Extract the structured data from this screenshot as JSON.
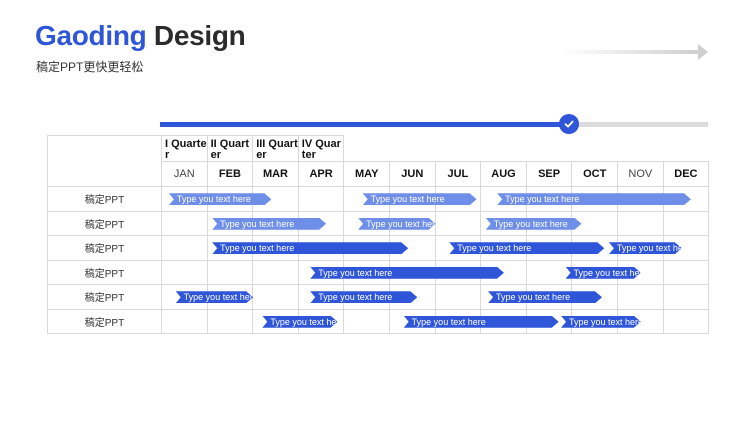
{
  "header": {
    "title_brand": "Gaoding",
    "title_rest": " Design",
    "subtitle": "稿定PPT更快更轻松"
  },
  "progress": {
    "fraction": 0.73,
    "check_icon": "check-circle-icon",
    "arrow_icon": "arrow-right-icon"
  },
  "colors": {
    "accent": "#2f56d9",
    "light_bar": "#6e8ee8",
    "dark_bar": "#2f56d9",
    "grid": "#d9d9d9"
  },
  "quarters": [
    "I Quarter",
    "II Quarter",
    "III Quarter",
    "IV Quarter"
  ],
  "months": [
    {
      "label": "JAN",
      "emphasis": false
    },
    {
      "label": "FEB",
      "emphasis": true
    },
    {
      "label": "MAR",
      "emphasis": true
    },
    {
      "label": "APR",
      "emphasis": true
    },
    {
      "label": "MAY",
      "emphasis": true
    },
    {
      "label": "JUN",
      "emphasis": true
    },
    {
      "label": "JUL",
      "emphasis": true
    },
    {
      "label": "AUG",
      "emphasis": true
    },
    {
      "label": "SEP",
      "emphasis": true
    },
    {
      "label": "OCT",
      "emphasis": true
    },
    {
      "label": "NOV",
      "emphasis": false
    },
    {
      "label": "DEC",
      "emphasis": true
    }
  ],
  "rows": [
    {
      "label": "稿定PPT",
      "bars": [
        {
          "start": 0.15,
          "end": 2.4,
          "text": "Type you text here",
          "tone": "light"
        },
        {
          "start": 4.4,
          "end": 6.9,
          "text": "Type you text here",
          "tone": "light"
        },
        {
          "start": 7.35,
          "end": 11.6,
          "text": "Type you text here",
          "tone": "light"
        }
      ]
    },
    {
      "label": "稿定PPT",
      "bars": [
        {
          "start": 1.1,
          "end": 3.6,
          "text": "Type you text here",
          "tone": "light"
        },
        {
          "start": 4.3,
          "end": 6.0,
          "text": "Type you text here",
          "tone": "light"
        },
        {
          "start": 7.1,
          "end": 9.2,
          "text": "Type you text here",
          "tone": "light"
        }
      ]
    },
    {
      "label": "稿定PPT",
      "bars": [
        {
          "start": 1.1,
          "end": 5.4,
          "text": "Type you text here",
          "tone": "dark"
        },
        {
          "start": 6.3,
          "end": 9.7,
          "text": "Type you text here",
          "tone": "dark"
        },
        {
          "start": 9.8,
          "end": 11.4,
          "text": "Type you text here",
          "tone": "dark"
        }
      ]
    },
    {
      "label": "稿定PPT",
      "bars": [
        {
          "start": 3.25,
          "end": 7.5,
          "text": "Type you text here",
          "tone": "dark"
        },
        {
          "start": 8.85,
          "end": 10.5,
          "text": "Type you text here",
          "tone": "dark"
        }
      ]
    },
    {
      "label": "稿定PPT",
      "bars": [
        {
          "start": 0.3,
          "end": 2.0,
          "text": "Type you text here",
          "tone": "dark"
        },
        {
          "start": 3.25,
          "end": 5.6,
          "text": "Type you text here",
          "tone": "dark"
        },
        {
          "start": 7.15,
          "end": 9.65,
          "text": "Type you text here",
          "tone": "dark"
        }
      ]
    },
    {
      "label": "稿定PPT",
      "bars": [
        {
          "start": 2.2,
          "end": 3.85,
          "text": "Type you text here",
          "tone": "dark"
        },
        {
          "start": 5.3,
          "end": 8.7,
          "text": "Type you text here",
          "tone": "dark"
        },
        {
          "start": 8.75,
          "end": 10.5,
          "text": "Type you text here",
          "tone": "dark"
        }
      ]
    }
  ]
}
